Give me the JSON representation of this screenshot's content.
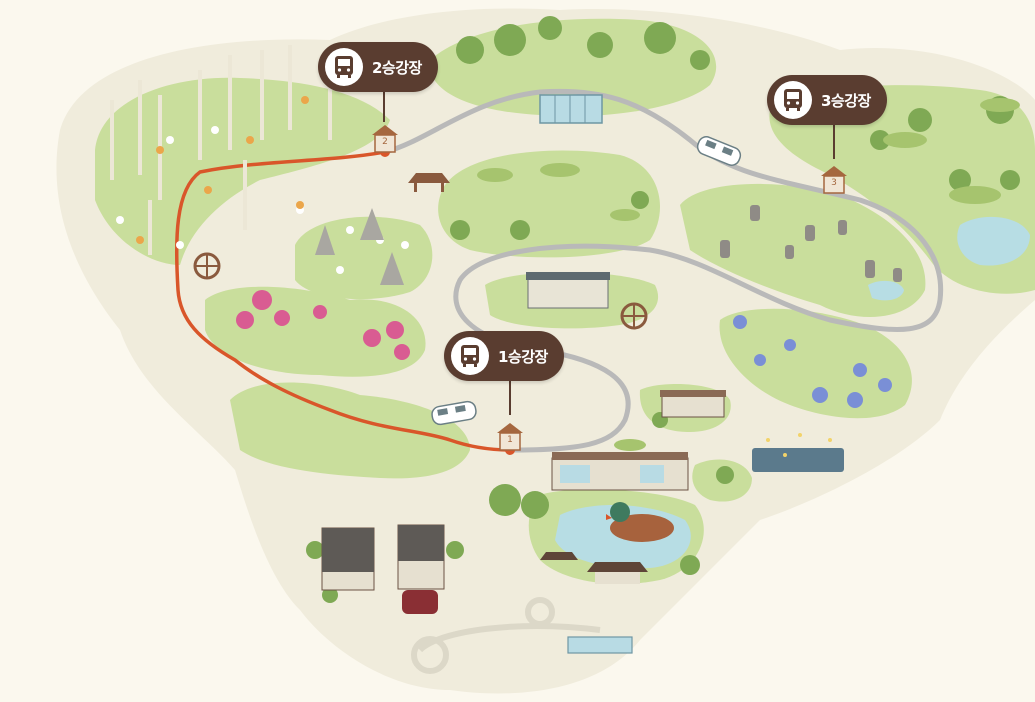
{
  "map": {
    "colors": {
      "background": "#fbf8ee",
      "ground": "#f0ecdc",
      "garden_green": "#c9de9c",
      "tree_green": "#7fa954",
      "tram_track": "#b9b9b9",
      "route_orange": "#d9562a",
      "callout_brown": "#5a3d30",
      "pond_blue": "#b7dde4"
    },
    "stations": [
      {
        "id": "station-1",
        "label": "1승강장",
        "number": "1"
      },
      {
        "id": "station-2",
        "label": "2승강장",
        "number": "2"
      },
      {
        "id": "station-3",
        "label": "3승강장",
        "number": "3"
      }
    ],
    "icons": {
      "station": "bus-icon",
      "tram": "tram-icon"
    }
  }
}
